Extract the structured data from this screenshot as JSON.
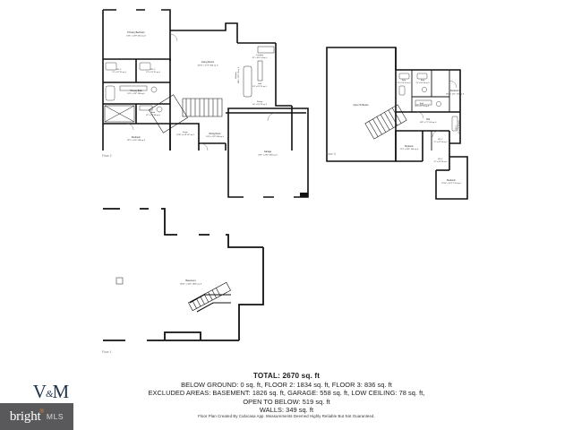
{
  "document": {
    "type": "floor-plan-sheet",
    "background_color": "#ffffff"
  },
  "floors": [
    {
      "id": "floor-2",
      "caption": "Floor 2",
      "rooms": [
        {
          "name": "Primary Bedroom",
          "dimensions": "13'5\" x 13'9\"",
          "area": "230 sq. ft"
        },
        {
          "name": "W.I.C.",
          "dimensions": "5'1\" x 5'2\"",
          "area": "29 sq. ft"
        },
        {
          "name": "W.I.C.",
          "dimensions": "5'3\" x 5'4\"",
          "area": "31 sq. ft"
        },
        {
          "name": "Primary Bath",
          "dimensions": "13'5\" x 11'8\"",
          "area": "136 sq. ft"
        },
        {
          "name": "Bath",
          "dimensions": "8'2\" x 7'8\"",
          "area": "58 sq. ft"
        },
        {
          "name": "Bedroom",
          "dimensions": "13'5\" x 11'0\"",
          "area": "146 sq. ft"
        },
        {
          "name": "Living Room",
          "dimensions": "24'10\" x 17'5\"",
          "area": "363 sq. ft"
        },
        {
          "name": "Foyer",
          "dimensions": "16'10\" x 13'8\"",
          "area": "117 sq. ft"
        },
        {
          "name": "Dining Room",
          "dimensions": "14'9\" x 13'3\"",
          "area": "184 sq. ft"
        },
        {
          "name": "Kitchen",
          "dimensions": "14'6\" x 13'0\"",
          "area": "176 sq. ft"
        },
        {
          "name": "Laundry",
          "dimensions": "8'1\" x 6'10\"",
          "area": "54 sq. ft"
        },
        {
          "name": "Hall",
          "dimensions": "8'4\" x 6'3\"",
          "area": "51 sq. ft"
        },
        {
          "name": "Pantry",
          "dimensions": "6'0\" x 5'9\"",
          "area": "35 sq. ft"
        },
        {
          "name": "Garage",
          "dimensions": "23'5\" x 23'5\"",
          "area": "558 sq. ft"
        }
      ]
    },
    {
      "id": "floor-3",
      "caption": "Floor 3",
      "rooms": [
        {
          "name": "Open To Below",
          "dimensions": "",
          "area": ""
        },
        {
          "name": "Bath",
          "dimensions": "5'0\" x 8'3\"",
          "area": "41 sq. ft"
        },
        {
          "name": "Bath",
          "dimensions": "5'0\" x 8'0\"",
          "area": "40 sq. ft"
        },
        {
          "name": "Bath",
          "dimensions": "10'8\" x 5'2\"",
          "area": "55 sq. ft"
        },
        {
          "name": "Bedroom",
          "dimensions": "13'5\" x 11'5\"",
          "area": "175 sq. ft"
        },
        {
          "name": "Hall",
          "dimensions": "14'8\" x 7'5\"",
          "area": "146 sq. ft"
        },
        {
          "name": "W.I.C.",
          "dimensions": "4'3\" x 7'3\"",
          "area": "33 sq. ft"
        },
        {
          "name": "Bedroom",
          "dimensions": "11'3\" x 13'6\"",
          "area": "144 sq. ft"
        },
        {
          "name": "W.I.C.",
          "dimensions": "5'1\" x 6'3\"",
          "area": "30 sq. ft"
        },
        {
          "name": "W.I.C.",
          "dimensions": "4'1\" x 8'3\"",
          "area": "34 sq. ft"
        },
        {
          "name": "Bedroom",
          "dimensions": "13'10\" x 10'1\"",
          "area": "170 sq. ft"
        }
      ]
    },
    {
      "id": "floor-1",
      "caption": "Floor 1",
      "rooms": [
        {
          "name": "Basement",
          "dimensions": "38'11\" x 44'3\"",
          "area": "1826 sq. ft"
        }
      ]
    }
  ],
  "summary": {
    "total_label": "TOTAL: 2670 sq. ft",
    "line_below_ground": "BELOW GROUND: 0 sq. ft, FLOOR 2: 1834 sq. ft, FLOOR 3: 836 sq. ft",
    "line_excluded": "EXCLUDED AREAS: BASEMENT: 1826 sq. ft, GARAGE: 558 sq. ft, LOW CEILING: 78 sq. ft,",
    "line_open_to_below": "OPEN TO BELOW: 519 sq. ft",
    "line_walls": "WALLS: 349 sq. ft"
  },
  "disclaimer": "Floor Plan Created By Cubicasa App. Measurements Deemed Highly Reliable But Not Guaranteed.",
  "branding": {
    "vm_logo_text": "V",
    "vm_logo_amp": "&",
    "vm_logo_text2": "M",
    "bright_text": "bright",
    "bright_tm": "®",
    "mls_text": "MLS",
    "badge_color": "#59595b",
    "vm_color": "#1f3349",
    "accent_color": "#e8883a"
  }
}
